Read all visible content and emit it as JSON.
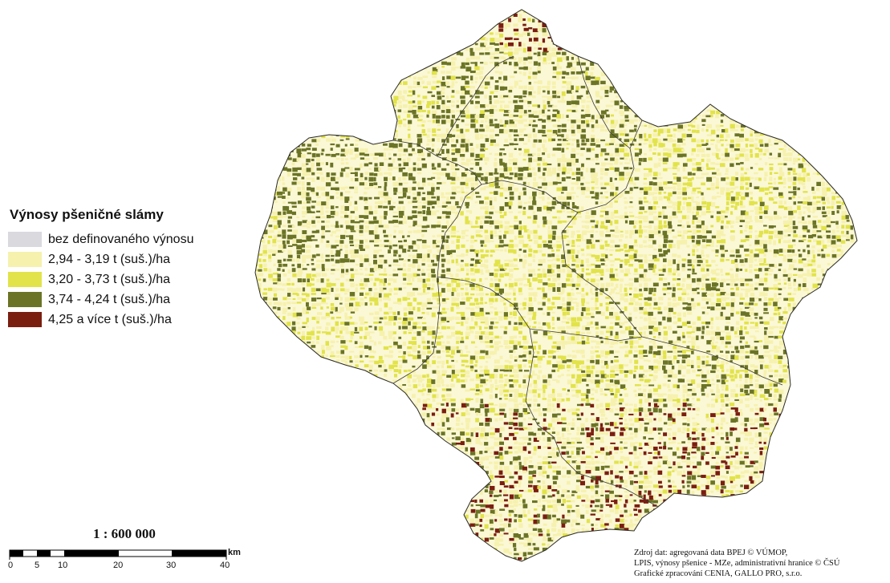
{
  "legend": {
    "title": "Výnosy pšeničné slámy",
    "items": [
      {
        "label": "bez definovaného výnosu",
        "color": "#d9d9de"
      },
      {
        "label": "2,94 - 3,19 t (suš.)/ha",
        "color": "#f6f1ad"
      },
      {
        "label": "3,20 - 3,73 t (suš.)/ha",
        "color": "#e2e34a"
      },
      {
        "label": "3,74 - 4,24 t (suš.)/ha",
        "color": "#6b7426"
      },
      {
        "label": "4,25  a více t (suš.)/ha",
        "color": "#7a1e10"
      }
    ]
  },
  "scale": {
    "ratio": "1 : 600 000",
    "ticks": [
      "0",
      "5",
      "10",
      "20",
      "30",
      "40"
    ],
    "unit": "km"
  },
  "source": {
    "line1": "Zdroj dat: agregovaná data BPEJ © VÚMOP,",
    "line2": "LPIS, výnosy pšenice - MZe, administrativní hranice © ČSÚ",
    "line3": "Grafické zpracování CENIA, GALLO PRO, s.r.o."
  }
}
